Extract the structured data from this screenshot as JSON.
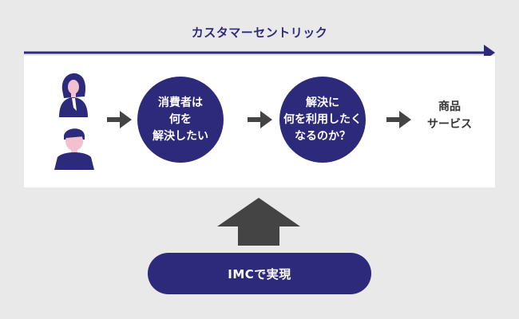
{
  "header": {
    "label": "カスタマーセントリック"
  },
  "flow": {
    "circle1": "消費者は\n何を\n解決したい",
    "circle2": "解決に\n何を利用したく\nなるのか？",
    "product": "商品\nサービス"
  },
  "footer": {
    "pill_label": "IMCで実現"
  },
  "colors": {
    "accent": "#2d2a7c",
    "arrow": "#444444",
    "panel": "#ffffff",
    "background": "#e9e9e9",
    "skin": "#f2c0cf"
  },
  "icons": {
    "persons": [
      "woman-icon",
      "man-icon"
    ],
    "arrows": [
      "arrow-right-icon",
      "arrow-up-icon"
    ]
  }
}
